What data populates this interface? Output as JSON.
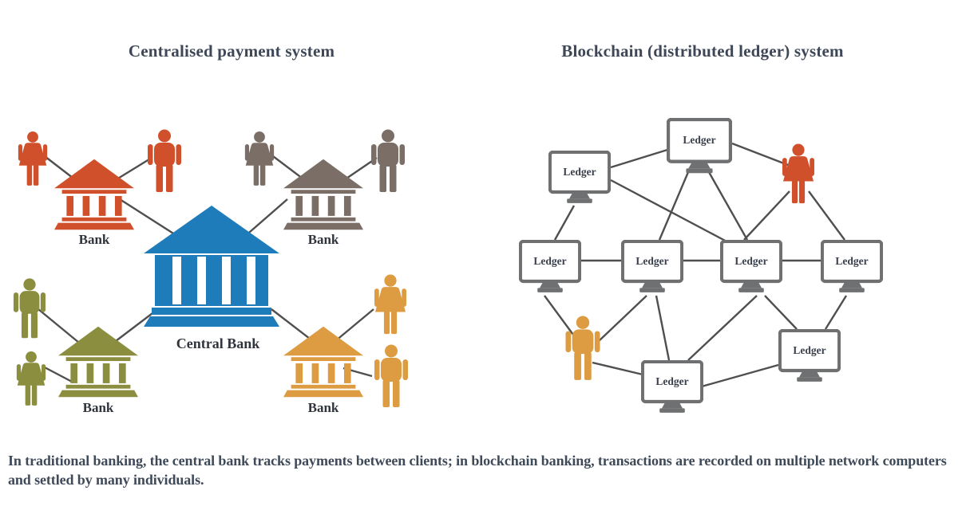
{
  "header": {
    "left_title": "Centralised payment system",
    "right_title": "Blockchain (distributed ledger) system"
  },
  "left_diagram": {
    "central_bank": {
      "id": "central-bank",
      "label": "Central Bank",
      "color": "#1e7cba"
    },
    "banks": [
      {
        "id": "bank-top-left",
        "label": "Bank",
        "color": "#d0502c",
        "clients": [
          "woman",
          "man"
        ]
      },
      {
        "id": "bank-top-right",
        "label": "Bank",
        "color": "#7a6e66",
        "clients": [
          "woman",
          "man"
        ]
      },
      {
        "id": "bank-bottom-left",
        "label": "Bank",
        "color": "#8b8d3f",
        "clients": [
          "man",
          "woman"
        ]
      },
      {
        "id": "bank-bottom-right",
        "label": "Bank",
        "color": "#dd9c42",
        "clients": [
          "woman",
          "man"
        ]
      }
    ]
  },
  "right_diagram": {
    "nodes": [
      {
        "id": "ledger-top-left",
        "label": "Ledger"
      },
      {
        "id": "ledger-top-center",
        "label": "Ledger"
      },
      {
        "id": "ledger-mid-1",
        "label": "Ledger"
      },
      {
        "id": "ledger-mid-2",
        "label": "Ledger"
      },
      {
        "id": "ledger-mid-3",
        "label": "Ledger"
      },
      {
        "id": "ledger-mid-4",
        "label": "Ledger"
      },
      {
        "id": "ledger-bottom-center",
        "label": "Ledger"
      },
      {
        "id": "ledger-bottom-right",
        "label": "Ledger"
      }
    ],
    "individuals": [
      {
        "id": "woman-red",
        "color": "#d0502c"
      },
      {
        "id": "man-orange",
        "color": "#dd9c42"
      }
    ]
  },
  "caption": {
    "text": "In traditional banking, the central bank tracks payments between clients; in blockchain banking, transactions are recorded on multiple network computers and settled by many individuals."
  },
  "icons": {
    "bank-icon": "classical building with columns",
    "central-bank-icon": "large classical building with columns",
    "person-woman-icon": "woman pictogram",
    "person-man-icon": "man pictogram",
    "ledger-monitor-icon": "desktop computer monitor"
  },
  "colors": {
    "red": "#d0502c",
    "taupe": "#7a6e66",
    "olive": "#8b8d3f",
    "orange": "#dd9c42",
    "blue": "#1e7cba",
    "line": "#4f4f4f",
    "monitor-frame": "#6f7072",
    "ledger-text": "#3a3f4c",
    "heading-text": "#3e4757",
    "caption-text": "#3f4a59",
    "label-text": "#30353d",
    "background": "#ffffff"
  }
}
